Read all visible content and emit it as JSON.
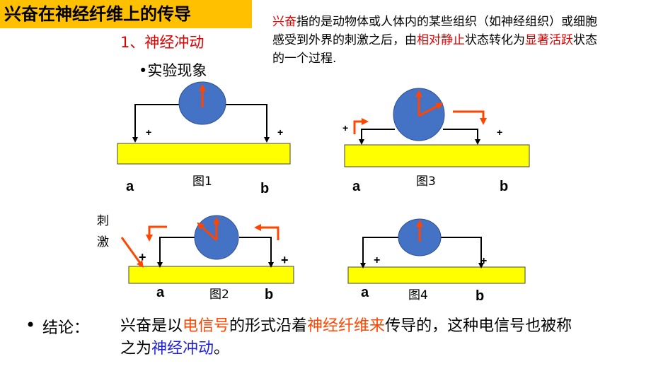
{
  "title": "兴奋在神经纤维上的传导",
  "definition": {
    "p1": "兴奋",
    "p2": "指的是动物体或人体内的某些组织（如神经组织）或细胞感受到外界的刺激之后，由",
    "p3": "相对静止",
    "p4": "状态转化为",
    "p5": "显著活跃",
    "p6": "状态的一个过程."
  },
  "section_heading": "1、神经冲动",
  "bullet": "•实验现象",
  "figures": {
    "fig1": {
      "caption": "图1",
      "a": "a",
      "b": "b",
      "plus": "+"
    },
    "fig2": {
      "caption": "图2",
      "a": "a",
      "b": "b",
      "plus": "+",
      "stimulus": "刺激"
    },
    "fig3": {
      "caption": "图3",
      "a": "a",
      "b": "b",
      "plus": "+"
    },
    "fig4": {
      "caption": "图4",
      "a": "a",
      "b": "b",
      "plus": "+"
    }
  },
  "conclusion": {
    "bullet": "•",
    "label": "结论：",
    "t1": "兴奋是以",
    "t2": "电信号",
    "t3": "的形式沿着",
    "t4": "神经纤维来",
    "t5": "传导的，这种电信号也被称之为",
    "t6": "神经冲动",
    "t7": "。"
  },
  "colors": {
    "title_bg": "#ffc000",
    "fiber": "#ffff00",
    "meter": "#4472c4",
    "arrow": "#ff4500",
    "red_text": "#e00000"
  }
}
